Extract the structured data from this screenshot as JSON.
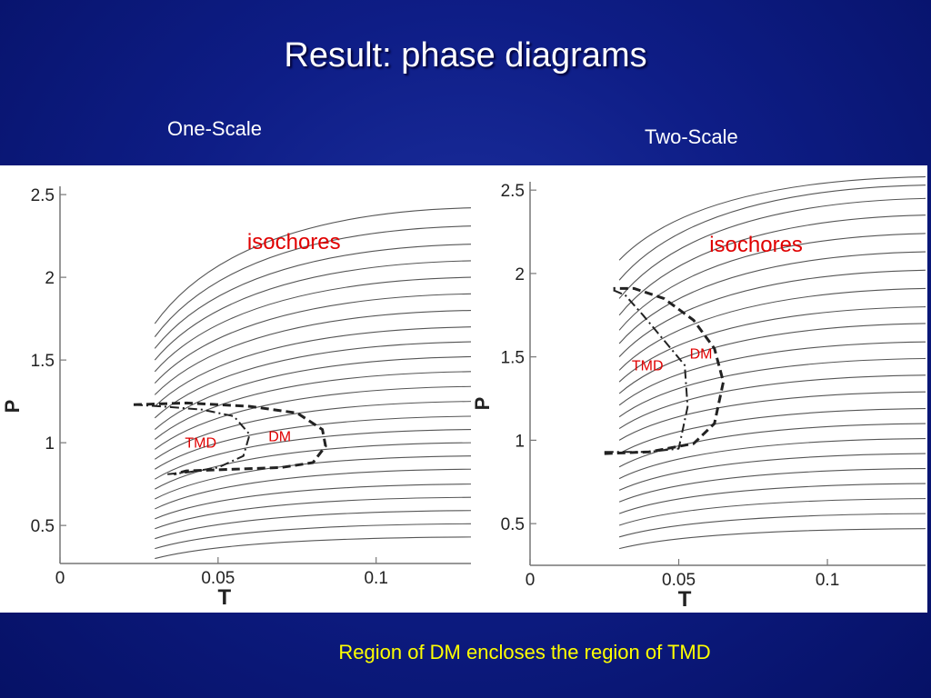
{
  "slide": {
    "title": "Result: phase diagrams",
    "subtitle_left": "One-Scale",
    "subtitle_right": "Two-Scale",
    "caption": "Region of DM encloses the region of TMD",
    "colors": {
      "background": "#0e1d86",
      "title": "#ffffff",
      "caption": "#ffff00",
      "annotation": "#e00000"
    }
  },
  "chart_data": [
    {
      "type": "line",
      "xlabel": "T",
      "ylabel": "P",
      "xlim": [
        0,
        0.13
      ],
      "ylim": [
        0.27,
        2.55
      ],
      "xticks": [
        "0",
        "0.05",
        "0.1"
      ],
      "yticks": [
        "0.5",
        "1",
        "1.5",
        "2",
        "2.5"
      ],
      "isochores": {
        "t_start": 0.03,
        "p_at_start": [
          0.3,
          0.36,
          0.42,
          0.48,
          0.54,
          0.6,
          0.66,
          0.72,
          0.78,
          0.84,
          0.9,
          0.96,
          1.02,
          1.08,
          1.15,
          1.22,
          1.29,
          1.36,
          1.43,
          1.5,
          1.57,
          1.64,
          1.72
        ],
        "p_at_end": [
          0.43,
          0.51,
          0.59,
          0.67,
          0.75,
          0.84,
          0.92,
          1.0,
          1.08,
          1.16,
          1.25,
          1.34,
          1.43,
          1.52,
          1.61,
          1.7,
          1.8,
          1.9,
          2.0,
          2.1,
          2.2,
          2.31,
          2.42
        ]
      },
      "tmd_line": [
        [
          0.0233,
          1.23
        ],
        [
          0.032,
          1.22
        ],
        [
          0.045,
          1.2
        ],
        [
          0.055,
          1.16
        ],
        [
          0.06,
          1.05
        ],
        [
          0.058,
          0.92
        ],
        [
          0.05,
          0.85
        ],
        [
          0.04,
          0.82
        ],
        [
          0.034,
          0.81
        ]
      ],
      "dm_line": [
        [
          0.0233,
          1.23
        ],
        [
          0.04,
          1.24
        ],
        [
          0.06,
          1.22
        ],
        [
          0.075,
          1.18
        ],
        [
          0.083,
          1.08
        ],
        [
          0.084,
          0.98
        ],
        [
          0.08,
          0.88
        ],
        [
          0.07,
          0.85
        ],
        [
          0.055,
          0.84
        ],
        [
          0.04,
          0.83
        ],
        [
          0.036,
          0.81
        ]
      ],
      "annotations": [
        {
          "text": "isochores",
          "x": 0.074,
          "y": 2.17,
          "style": "big"
        },
        {
          "text": "TMD",
          "x": 0.0445,
          "y": 0.97,
          "style": "small"
        },
        {
          "text": "DM",
          "x": 0.0695,
          "y": 1.01,
          "style": "small"
        }
      ]
    },
    {
      "type": "line",
      "xlabel": "T",
      "ylabel": "P",
      "xlim": [
        0,
        0.133
      ],
      "ylim": [
        0.25,
        2.55
      ],
      "xticks": [
        "0",
        "0.05",
        "0.1"
      ],
      "yticks": [
        "0.5",
        "1",
        "1.5",
        "2",
        "2.5"
      ],
      "isochores": {
        "t_start": 0.03,
        "p_at_start": [
          0.35,
          0.42,
          0.49,
          0.56,
          0.63,
          0.7,
          0.77,
          0.84,
          0.92,
          1.0,
          1.07,
          1.14,
          1.21,
          1.28,
          1.35,
          1.42,
          1.5,
          1.58,
          1.66,
          1.75,
          1.85,
          1.96,
          2.08
        ],
        "p_at_end": [
          0.47,
          0.56,
          0.65,
          0.74,
          0.83,
          0.92,
          1.01,
          1.1,
          1.19,
          1.29,
          1.39,
          1.49,
          1.59,
          1.7,
          1.8,
          1.91,
          2.02,
          2.13,
          2.24,
          2.35,
          2.45,
          2.53,
          2.58
        ]
      },
      "tmd_line": [
        [
          0.025,
          0.93
        ],
        [
          0.04,
          0.93
        ],
        [
          0.05,
          0.95
        ],
        [
          0.053,
          1.2
        ],
        [
          0.052,
          1.45
        ],
        [
          0.045,
          1.6
        ],
        [
          0.038,
          1.75
        ],
        [
          0.032,
          1.87
        ],
        [
          0.028,
          1.9
        ]
      ],
      "dm_line": [
        [
          0.025,
          0.92
        ],
        [
          0.04,
          0.93
        ],
        [
          0.055,
          0.98
        ],
        [
          0.062,
          1.1
        ],
        [
          0.065,
          1.35
        ],
        [
          0.062,
          1.55
        ],
        [
          0.055,
          1.72
        ],
        [
          0.045,
          1.85
        ],
        [
          0.035,
          1.91
        ],
        [
          0.028,
          1.91
        ]
      ],
      "annotations": [
        {
          "text": "isochores",
          "x": 0.076,
          "y": 2.13,
          "style": "big"
        },
        {
          "text": "TMD",
          "x": 0.0395,
          "y": 1.42,
          "style": "small"
        },
        {
          "text": "DM",
          "x": 0.0575,
          "y": 1.49,
          "style": "small"
        }
      ]
    }
  ]
}
